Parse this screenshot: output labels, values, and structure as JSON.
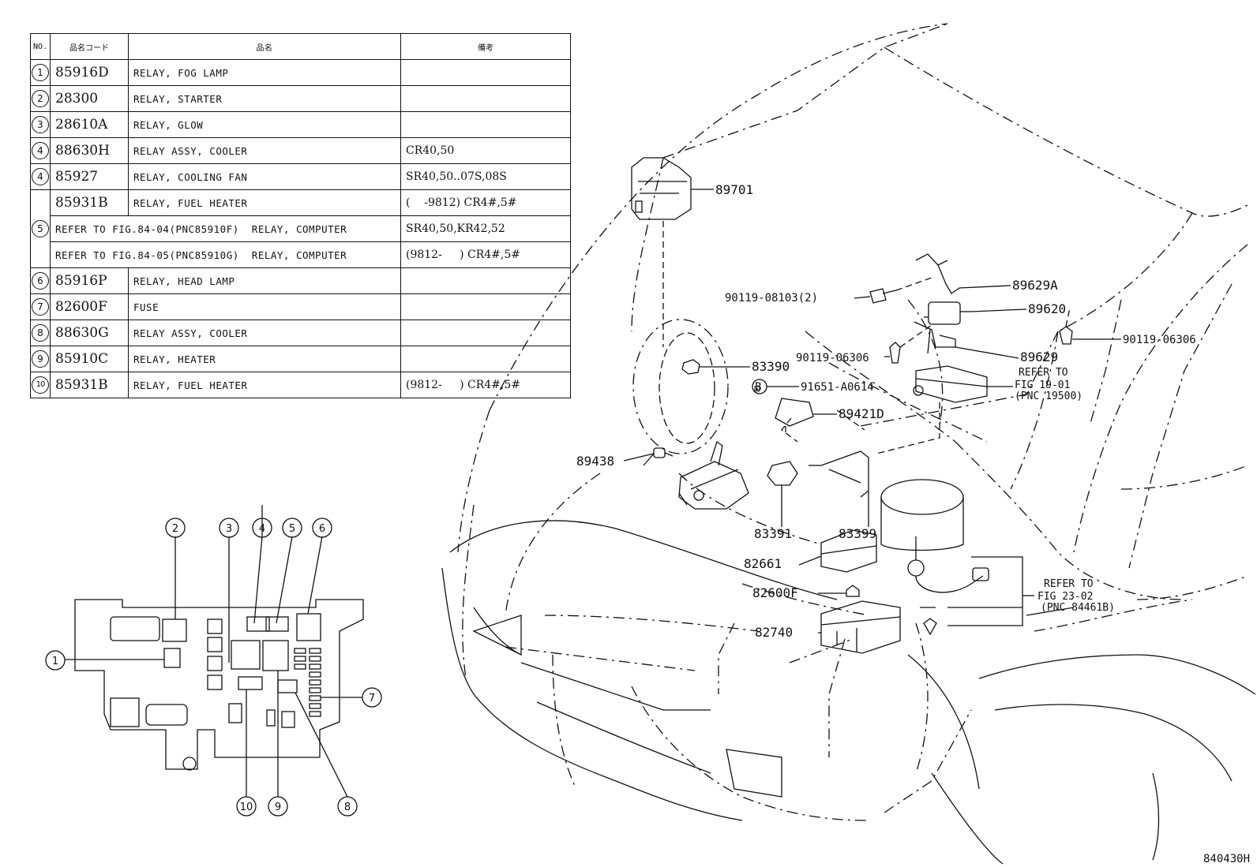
{
  "table": {
    "headers": {
      "no": "NO.",
      "code": "品名コード",
      "name": "品名",
      "remarks": "備考"
    },
    "rows": [
      {
        "no": "1",
        "code": "85916D",
        "name": "RELAY, FOG LAMP",
        "remarks": ""
      },
      {
        "no": "2",
        "code": "28300",
        "name": "RELAY, STARTER",
        "remarks": ""
      },
      {
        "no": "3",
        "code": "28610A",
        "name": "RELAY, GLOW",
        "remarks": ""
      },
      {
        "no": "4",
        "code": "88630H",
        "name": "RELAY ASSY, COOLER",
        "remarks": "CR40,50"
      },
      {
        "no": "4",
        "code": "85927",
        "name": "RELAY, COOLING FAN",
        "remarks": "SR40,50..07S,08S"
      },
      {
        "no": "5",
        "code": "85931B",
        "name": "RELAY, FUEL HEATER",
        "remarks": "(    -9812) CR4#,5#"
      },
      {
        "no": "",
        "code": "",
        "name": "REFER TO FIG.84-04(PNC85910F)  RELAY, COMPUTER",
        "remarks": "SR40,50,KR42,52"
      },
      {
        "no": "",
        "code": "",
        "name": "REFER TO FIG.84-05(PNC85910G)  RELAY, COMPUTER",
        "remarks": "(9812-     ) CR4#,5#"
      },
      {
        "no": "6",
        "code": "85916P",
        "name": "RELAY, HEAD LAMP",
        "remarks": ""
      },
      {
        "no": "7",
        "code": "82600F",
        "name": "FUSE",
        "remarks": ""
      },
      {
        "no": "8",
        "code": "88630G",
        "name": "RELAY ASSY, COOLER",
        "remarks": ""
      },
      {
        "no": "9",
        "code": "85910C",
        "name": "RELAY, HEATER",
        "remarks": ""
      },
      {
        "no": "10",
        "code": "85931B",
        "name": "RELAY, FUEL HEATER",
        "remarks": "(9812-     ) CR4#,5#"
      }
    ]
  },
  "labels": {
    "p89701": "89701",
    "p89629A": "89629A",
    "p90119_08103": "90119-08103(2)",
    "p89620": "89620",
    "p90119_06306_r": "90119-06306",
    "p90119_06306_l": "90119-06306",
    "p89629": "89629",
    "p83390": "83390",
    "refer1": [
      "REFER TO",
      "FIG 19-01",
      "(PNC 19500)"
    ],
    "p91651": "91651-A0614",
    "p89421D": "89421D",
    "p89438": "89438",
    "p83391": "83391",
    "p83399": "83399",
    "p82661": "82661",
    "p82600F": "82600F",
    "p82740": "82740",
    "refer2": [
      "REFER TO",
      "FIG 23-02",
      "(PNC 84461B)"
    ],
    "b_marker": "B",
    "fig_no": "840430H"
  },
  "callouts": [
    "1",
    "2",
    "3",
    "4",
    "5",
    "6",
    "7",
    "8",
    "9",
    "10"
  ]
}
